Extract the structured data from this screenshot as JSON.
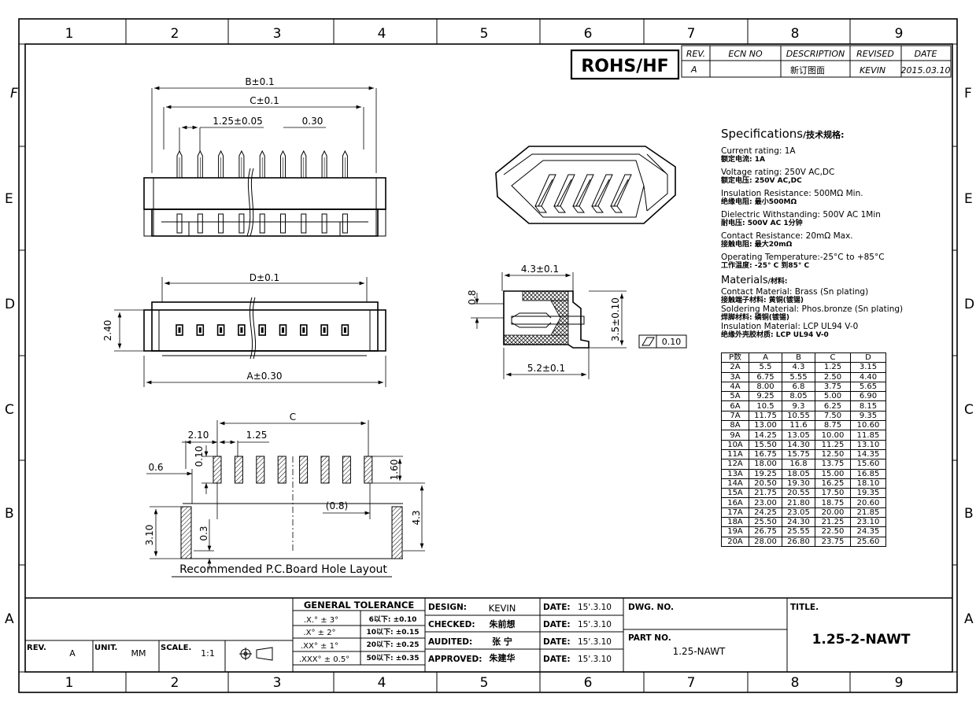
{
  "frame": {
    "cols": [
      "1",
      "2",
      "3",
      "4",
      "5",
      "6",
      "7",
      "8",
      "9"
    ],
    "rows": [
      "F",
      "E",
      "D",
      "C",
      "B",
      "A"
    ]
  },
  "rohs_label": "ROHS/HF",
  "revision_table": {
    "headers": [
      "REV.",
      "ECN NO",
      "DESCRIPTION",
      "REVISED",
      "DATE"
    ],
    "row": [
      "A",
      "",
      "新订图面",
      "KEVIN",
      "2015.03.10"
    ]
  },
  "specs": {
    "title": "Specifications",
    "title_cn": "/技术规格:",
    "items": [
      {
        "en": "Current  rating:  1A",
        "cn": "额定电流: 1A"
      },
      {
        "en": "Voltage  rating:  250V  AC,DC",
        "cn": "额定电压: 250V AC,DC"
      },
      {
        "en": "Insulation  Resistance:  500MΩ  Min.",
        "cn": "绝缘电阻: 最小500MΩ"
      },
      {
        "en": "Dielectric  Withstanding:    500V  AC    1Min",
        "cn": "耐电压: 500V AC  1分钟"
      },
      {
        "en": "Contact  Resistance:    20mΩ  Max.",
        "cn": "接触电阻: 最大20mΩ"
      },
      {
        "en": "Operating  Temperature:-25°C  to  +85°C",
        "cn": "工作温度: -25° C 到85° C"
      }
    ],
    "materials_title": "Materials",
    "materials_title_cn": "/材料:",
    "materials": [
      {
        "en": "Contact  Material:  Brass  (Sn  plating)",
        "cn": "接触端子材料: 黄铜(镀锡)"
      },
      {
        "en": "Soldering  Material:  Phos.bronze  (Sn  plating)",
        "cn": "焊脚材料: 磷铜(镀锡)"
      },
      {
        "en": "Insulation  Material:    LCP  UL94  V-0",
        "cn": "绝缘外壳胶材质: LCP  UL94 V-0"
      }
    ]
  },
  "dim_table": {
    "headers": [
      "P数",
      "A",
      "B",
      "C",
      "D"
    ],
    "rows": [
      [
        "2A",
        "5.5",
        "4.3",
        "1.25",
        "3.15"
      ],
      [
        "3A",
        "6.75",
        "5.55",
        "2.50",
        "4.40"
      ],
      [
        "4A",
        "8.00",
        "6.8",
        "3.75",
        "5.65"
      ],
      [
        "5A",
        "9.25",
        "8.05",
        "5.00",
        "6.90"
      ],
      [
        "6A",
        "10.5",
        "9.3",
        "6.25",
        "8.15"
      ],
      [
        "7A",
        "11.75",
        "10.55",
        "7.50",
        "9.35"
      ],
      [
        "8A",
        "13.00",
        "11.6",
        "8.75",
        "10.60"
      ],
      [
        "9A",
        "14.25",
        "13.05",
        "10.00",
        "11.85"
      ],
      [
        "10A",
        "15.50",
        "14.30",
        "11.25",
        "13.10"
      ],
      [
        "11A",
        "16.75",
        "15.75",
        "12.50",
        "14.35"
      ],
      [
        "12A",
        "18.00",
        "16.8",
        "13.75",
        "15.60"
      ],
      [
        "13A",
        "19.25",
        "18.05",
        "15.00",
        "16.85"
      ],
      [
        "14A",
        "20.50",
        "19.30",
        "16.25",
        "18.10"
      ],
      [
        "15A",
        "21.75",
        "20.55",
        "17.50",
        "19.35"
      ],
      [
        "16A",
        "23.00",
        "21.80",
        "18.75",
        "20.60"
      ],
      [
        "17A",
        "24.25",
        "23.05",
        "20.00",
        "21.85"
      ],
      [
        "18A",
        "25.50",
        "24.30",
        "21.25",
        "23.10"
      ],
      [
        "19A",
        "26.75",
        "25.55",
        "22.50",
        "24.35"
      ],
      [
        "20A",
        "28.00",
        "26.80",
        "23.75",
        "25.60"
      ]
    ]
  },
  "dims": {
    "b": "B±0.1",
    "c": "C±0.1",
    "pitch": "1.25±0.05",
    "pin_w": "0.30",
    "d": "D±0.1",
    "a": "A±0.30",
    "h240": "2.40",
    "side_w": "4.3±0.1",
    "side_w2": "5.2±0.1",
    "side_08": "0.8",
    "side_h": "3.5±0.10",
    "flat_tol": "0.10",
    "pcb_c": "C",
    "pcb_210": "2.10",
    "pcb_125": "1.25",
    "pcb_010": "0.10",
    "pcb_06": "0.6",
    "pcb_160": "1.60",
    "pcb_08p": "(0.8)",
    "pcb_43": "4.3",
    "pcb_310": "3.10",
    "pcb_03": "0.3",
    "pcb_caption": "Recommended  P.C.Board  Hole  Layout"
  },
  "title_block": {
    "gt_title": "GENERAL  TOLERANCE",
    "gt_rows": [
      {
        "k": ".X.° ± 3°",
        "v": "6以下: ±0.10"
      },
      {
        "k": ".X° ± 2°",
        "v": "10以下: ±0.15"
      },
      {
        "k": ".XX° ± 1°",
        "v": "20以下: ±0.25"
      },
      {
        "k": ".XXX° ± 0.5°",
        "v": "50以下: ±0.35"
      }
    ],
    "design_l": "DESIGN:",
    "design_v": "KEVIN",
    "checked_l": "CHECKED:",
    "checked_v": "朱前想",
    "audited_l": "AUDITED:",
    "audited_v": "张  宁",
    "approved_l": "APPROVED:",
    "approved_v": "朱建华",
    "date_l": "DATE:",
    "date_v": "15'.3.10",
    "dwg_l": "DWG. NO.",
    "part_l": "PART NO.",
    "part_v": "1.25-NAWT",
    "title_l": "TITLE.",
    "title_v": "1.25-2-NAWT",
    "rev_l": "REV.",
    "rev_v": "A",
    "unit_l": "UNIT.",
    "unit_v": "MM",
    "scale_l": "SCALE.",
    "scale_v": "1:1"
  }
}
